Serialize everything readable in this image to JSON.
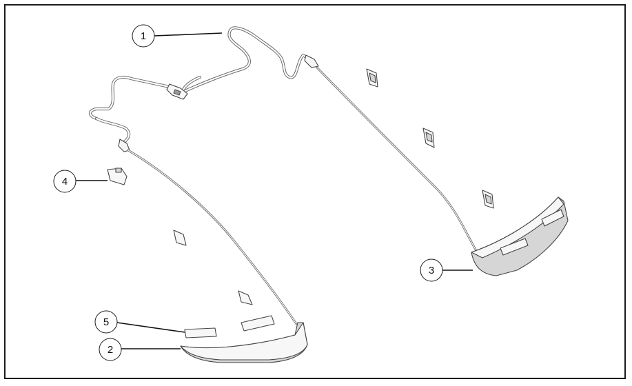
{
  "callouts": [
    {
      "id": "1",
      "label": "1"
    },
    {
      "id": "2",
      "label": "2"
    },
    {
      "id": "3",
      "label": "3"
    },
    {
      "id": "4",
      "label": "4"
    },
    {
      "id": "5",
      "label": "5"
    }
  ],
  "colors": {
    "line": "#1a1a1a",
    "wire": "#6a6a6a",
    "part_fill": "#f7f7f7",
    "part_shade": "#d6d6d6"
  }
}
